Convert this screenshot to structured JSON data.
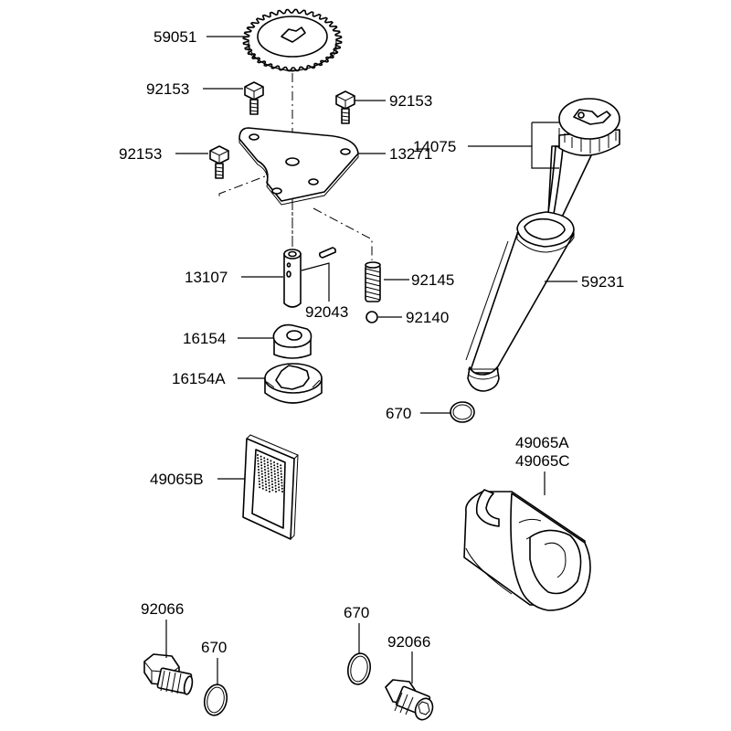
{
  "parts": [
    {
      "id": "p-59051",
      "label": "59051"
    },
    {
      "id": "p-92153-a",
      "label": "92153"
    },
    {
      "id": "p-92153-b",
      "label": "92153"
    },
    {
      "id": "p-92153-c",
      "label": "92153"
    },
    {
      "id": "p-13271",
      "label": "13271"
    },
    {
      "id": "p-14075",
      "label": "14075"
    },
    {
      "id": "p-13107",
      "label": "13107"
    },
    {
      "id": "p-92043",
      "label": "92043"
    },
    {
      "id": "p-92145",
      "label": "92145"
    },
    {
      "id": "p-92140",
      "label": "92140"
    },
    {
      "id": "p-59231",
      "label": "59231"
    },
    {
      "id": "p-16154",
      "label": "16154"
    },
    {
      "id": "p-16154A",
      "label": "16154A"
    },
    {
      "id": "p-670-a",
      "label": "670"
    },
    {
      "id": "p-49065A",
      "label": "49065A"
    },
    {
      "id": "p-49065C",
      "label": "49065C"
    },
    {
      "id": "p-49065B",
      "label": "49065B"
    },
    {
      "id": "p-92066-a",
      "label": "92066"
    },
    {
      "id": "p-670-b",
      "label": "670"
    },
    {
      "id": "p-670-c",
      "label": "670"
    },
    {
      "id": "p-92066-b",
      "label": "92066"
    }
  ]
}
